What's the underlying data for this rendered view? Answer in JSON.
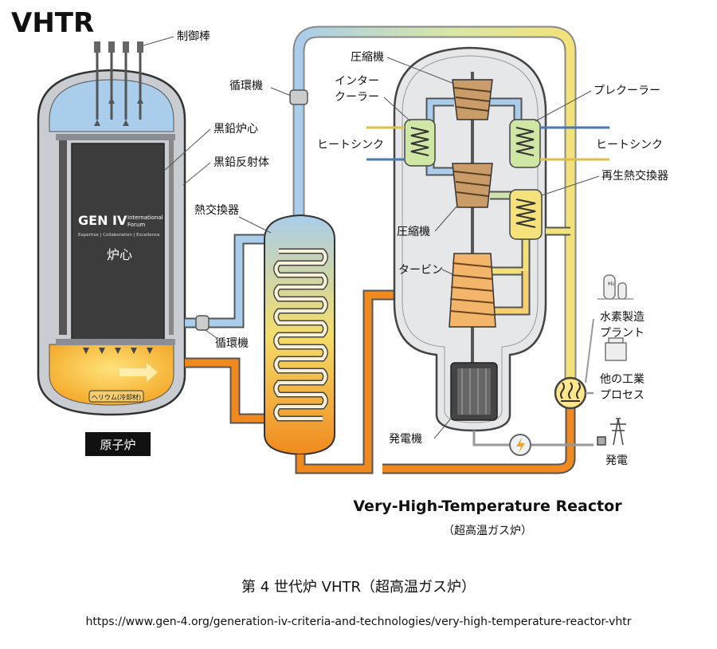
{
  "title": "VHTR",
  "logo": {
    "brand": "GEN IV",
    "sub1": "International",
    "sub2": "Forum",
    "tagline": "Expertise | Collaboration | Excellence"
  },
  "labels": {
    "control_rods": "制御棒",
    "circulator_top": "循環機",
    "graphite_core": "黒鉛炉心",
    "graphite_reflector": "黒鉛反射体",
    "heat_exchanger": "熱交換器",
    "core": "炉心",
    "circulator_bottom": "循環機",
    "helium": "ヘリウム(冷却材)",
    "reactor": "原子炉",
    "compressor_top": "圧縮機",
    "intercooler_l1": "インター",
    "intercooler_l2": "クーラー",
    "heat_sink_left": "ヒートシンク",
    "precooler": "プレクーラー",
    "heat_sink_right": "ヒートシンク",
    "recuperator": "再生熱交換器",
    "compressor_mid": "圧縮機",
    "turbine": "タービン",
    "generator": "発電機",
    "hydrogen_l1": "水素製造",
    "hydrogen_l2": "プラント",
    "other_l1": "他の工業",
    "other_l2": "プロセス",
    "power": "発電",
    "h2": "H₂"
  },
  "english_name": "Very-High-Temperature Reactor",
  "english_sub": "（超高温ガス炉）",
  "caption": "第 4 世代炉 VHTR（超高温ガス炉）",
  "url": "https://www.gen-4.org/generation-iv-criteria-and-technologies/very-high-temperature-reactor-vhtr",
  "colors": {
    "cold": "#9cc3e6",
    "hot": "#f08a1e",
    "warm": "#f3e06a",
    "vessel": "#c9ccd1",
    "core": "#3c3c3c"
  }
}
